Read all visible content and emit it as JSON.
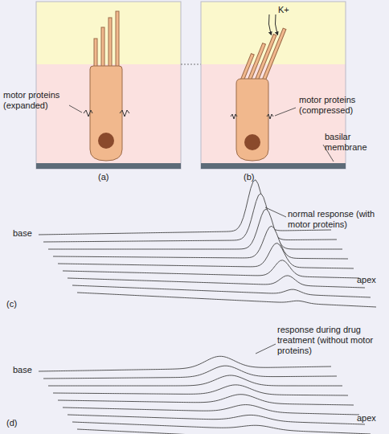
{
  "diagram": {
    "labels": [
      "motor proteins (expanded)",
      "(a)",
      "K+",
      "motor proteins (compressed)",
      "basilar membrane",
      "(b)",
      "base",
      "normal response (with motor proteins)",
      "apex",
      "(c)",
      "base",
      "response during drug treatment (without motor proteins)",
      "apex",
      "(d)"
    ]
  }
}
